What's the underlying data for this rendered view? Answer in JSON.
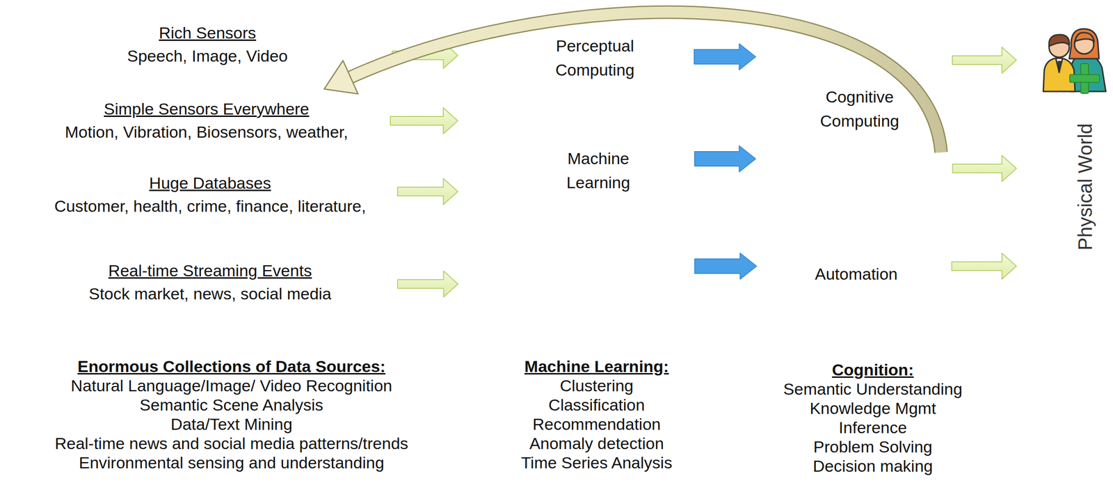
{
  "diagram": {
    "nodes": [
      {
        "text": [
          "Rich Sensors",
          "Speech, Image, Video"
        ]
      },
      {
        "text": [
          "Simple Sensors Everywhere",
          "Motion, Vibration, Biosensors, weather,"
        ]
      },
      {
        "text": [
          "Huge Databases",
          "Customer, health, crime, finance, literature,"
        ]
      },
      {
        "text": [
          "Real-time Streaming Events",
          "Stock market, news, social media"
        ]
      },
      {
        "text": [
          "Machine Learning"
        ]
      },
      {
        "text": [
          "Perceptual Computing"
        ],
        "in": 4
      },
      {
        "text": [
          "Cognitive Computing"
        ]
      },
      {
        "text": [
          "Automation"
        ]
      },
      {
        "text": [
          "Physical World"
        ]
      },
      {
        "text": [
          "Enormous Collections of Data Sources:",
          "Natural Language/Image/ Video Recognition",
          "Semantic Scene Analysis",
          "Data/Text Mining",
          "Real-time news and social media patterns/trends",
          "Environmental sensing and understanding"
        ]
      },
      {
        "text": [
          "Machine Learning:",
          "Clustering",
          "Classification",
          "Recommendation",
          "Anomaly detection",
          "Time Series Analysis"
        ]
      },
      {
        "text": [
          "Cognition:",
          "Semantic Understanding",
          "Knowledge Mgmt",
          "Inference",
          "Problem Solving",
          "Decision making"
        ]
      }
    ],
    "edges": [
      {
        "from": 0,
        "to": 5,
        "arrow": "to"
      },
      {
        "from": 1,
        "to": 4,
        "arrow": "to"
      },
      {
        "from": 2,
        "to": 4,
        "arrow": "to"
      },
      {
        "from": 3,
        "to": 4,
        "arrow": "to"
      },
      {
        "from": 5,
        "to": 6,
        "arrow": "to"
      },
      {
        "from": 4,
        "to": 6,
        "arrow": "to"
      },
      {
        "from": 4,
        "to": 7,
        "arrow": "to"
      },
      {
        "from": 6,
        "to": 8,
        "arrow": "to"
      },
      {
        "from": 6,
        "to": 8,
        "arrow": "to"
      },
      {
        "from": 7,
        "to": 8,
        "arrow": "to"
      },
      {
        "from": 6,
        "to": 1,
        "arrow": "to"
      }
    ]
  }
}
